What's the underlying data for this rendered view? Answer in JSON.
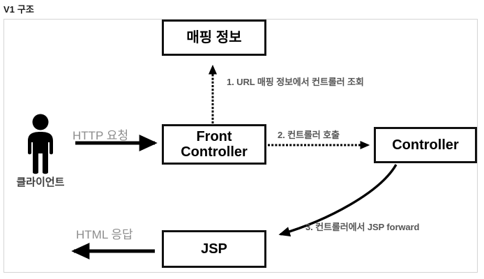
{
  "page": {
    "title": "V1 구조"
  },
  "diagram": {
    "type": "flow-diagram",
    "nodes": [
      {
        "id": "mapping-info",
        "label": "매핑 정보",
        "shape": "rectangle"
      },
      {
        "id": "front-controller",
        "label": "Front\nController",
        "label_line1": "Front",
        "label_line2": "Controller",
        "shape": "rectangle"
      },
      {
        "id": "controller",
        "label": "Controller",
        "shape": "rectangle"
      },
      {
        "id": "jsp",
        "label": "JSP",
        "shape": "rectangle"
      },
      {
        "id": "client",
        "label": "클라이언트",
        "shape": "person-icon"
      }
    ],
    "edges": [
      {
        "id": "edge-http-request",
        "from": "client",
        "to": "front-controller",
        "label": "HTTP 요청",
        "style": "solid",
        "arrow": "right"
      },
      {
        "id": "edge-step1",
        "from": "front-controller",
        "to": "mapping-info",
        "label": "1. URL 매핑 정보에서 컨트롤러 조회",
        "style": "dashed",
        "arrow": "up"
      },
      {
        "id": "edge-step2",
        "from": "front-controller",
        "to": "controller",
        "label": "2. 컨트롤러 호출",
        "style": "dashed",
        "arrow": "right"
      },
      {
        "id": "edge-step3",
        "from": "controller",
        "to": "jsp",
        "label": "3. 컨트롤러에서 JSP forward",
        "style": "curved-solid",
        "arrow": "down-left"
      },
      {
        "id": "edge-html-response",
        "from": "jsp",
        "to": "client",
        "label": "HTML 응답",
        "style": "solid",
        "arrow": "left"
      }
    ],
    "colors": {
      "node_border": "#111111",
      "node_text": "#000000",
      "frame_border": "#d4d4d4",
      "step_label": "#565656",
      "plain_label": "#8d8d8d",
      "client_caption": "#3d3d3d",
      "background": "#ffffff"
    }
  }
}
